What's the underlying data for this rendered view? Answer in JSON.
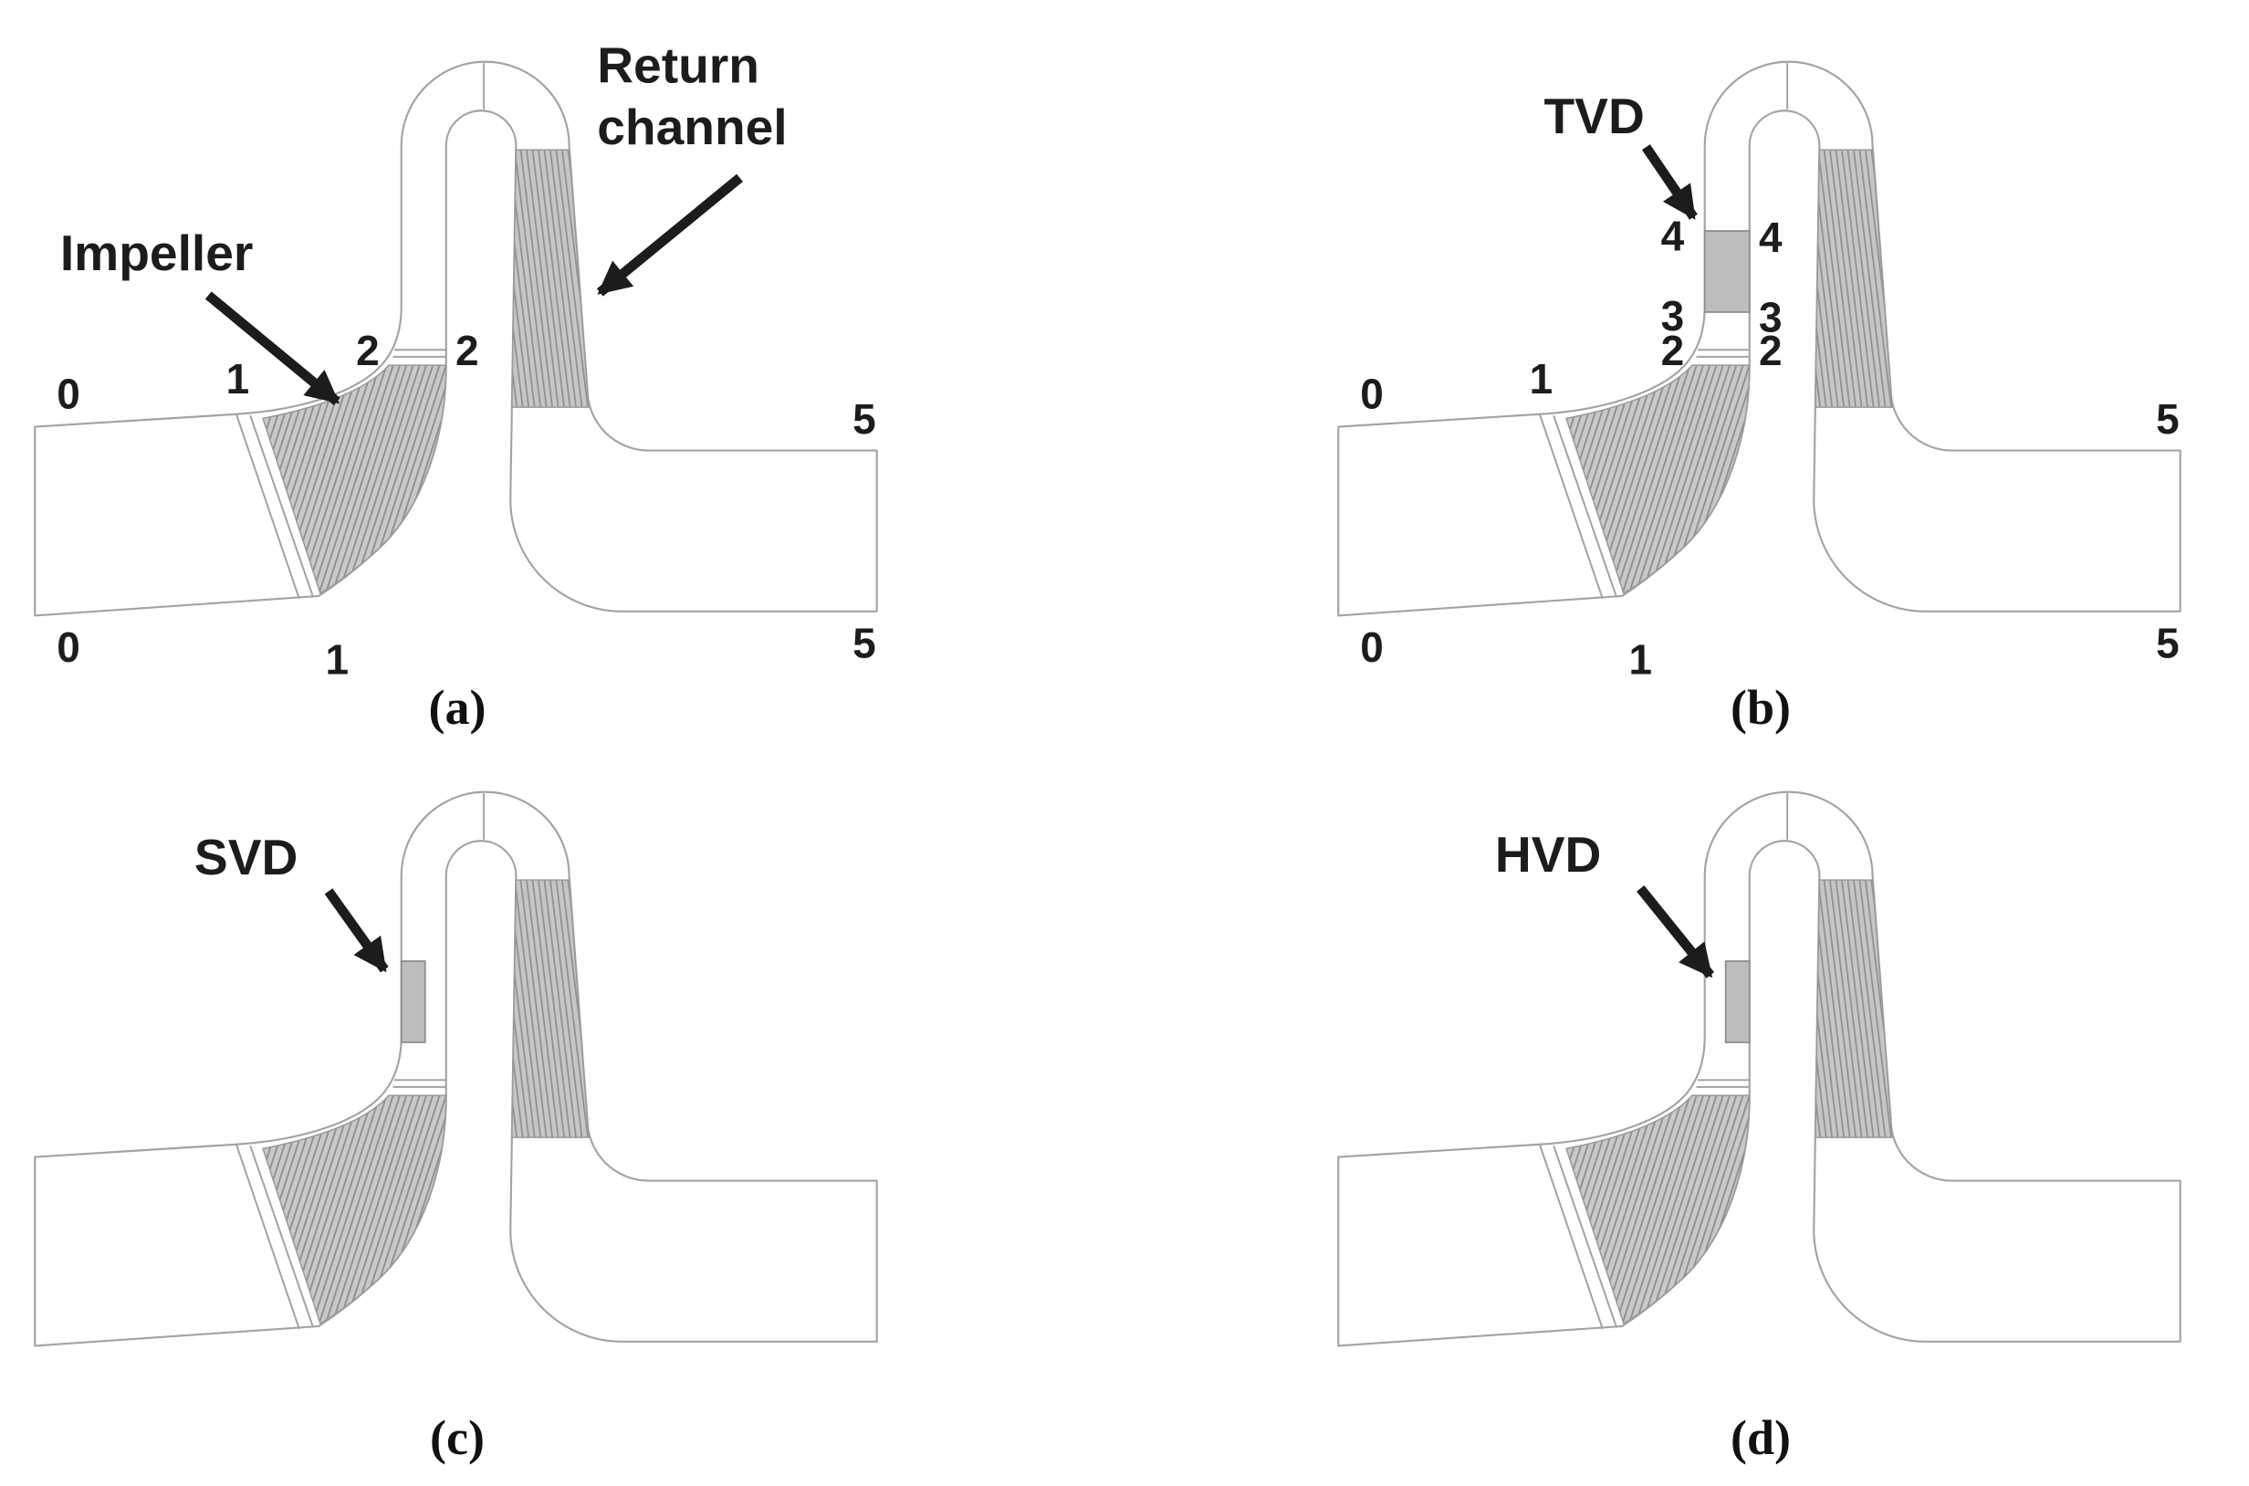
{
  "panel_a": {
    "caption": "(a)",
    "labels": {
      "impeller": "Impeller",
      "return_channel_line1": "Return",
      "return_channel_line2": "channel"
    },
    "stations": {
      "inlet_top": "0",
      "inlet_bottom": "0",
      "s1_top": "1",
      "s1_bottom": "1",
      "s2_left": "2",
      "s2_right": "2",
      "outlet_top": "5",
      "outlet_bottom": "5"
    }
  },
  "panel_b": {
    "caption": "(b)",
    "labels": {
      "tvd": "TVD"
    },
    "stations": {
      "inlet_top": "0",
      "inlet_bottom": "0",
      "s1_top": "1",
      "s1_bottom": "1",
      "s2_left": "2",
      "s2_right": "2",
      "s3_left": "3",
      "s3_right": "3",
      "s4_left": "4",
      "s4_right": "4",
      "outlet_top": "5",
      "outlet_bottom": "5"
    }
  },
  "panel_c": {
    "caption": "(c)",
    "labels": {
      "svd": "SVD"
    }
  },
  "panel_d": {
    "caption": "(d)",
    "labels": {
      "hvd": "HVD"
    }
  },
  "colors": {
    "ink": "#1c1c1c",
    "outline": "#a3a3a3",
    "shade_fill": "#c9c9c9",
    "hatch": "#8e8e8e",
    "block_fill": "#bdbdbd",
    "background": "#ffffff"
  }
}
